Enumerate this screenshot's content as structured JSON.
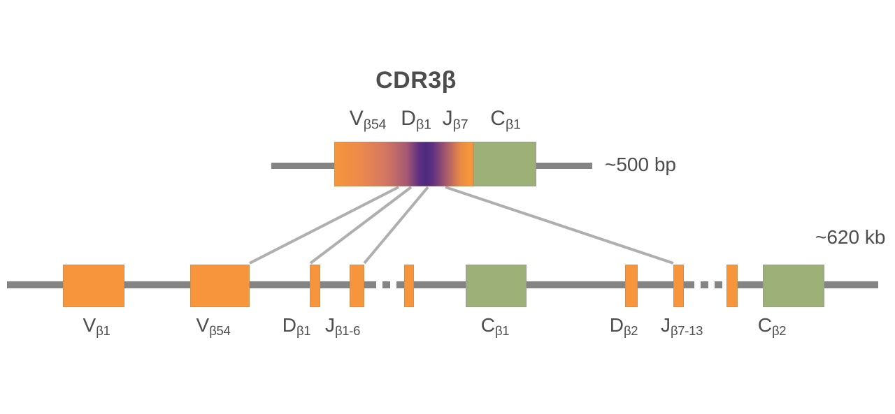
{
  "title": "CDR3β",
  "colors": {
    "orange": "#F6953B",
    "green": "#9DB077",
    "purple": "#4E2A7D",
    "line": "#848484",
    "connector": "#AFAFAF",
    "text": "#4D4D4D"
  },
  "transcript": {
    "scale_label": "~500 bp",
    "labels": [
      {
        "main": "V",
        "sub": "β54"
      },
      {
        "main": "D",
        "sub": "β1"
      },
      {
        "main": "J",
        "sub": "β7"
      },
      {
        "main": "C",
        "sub": "β1"
      }
    ]
  },
  "locus": {
    "scale_label": "~620 kb",
    "labels": [
      {
        "main": "V",
        "sub": "β1"
      },
      {
        "main": "V",
        "sub": "β54"
      },
      {
        "main": "D",
        "sub": "β1"
      },
      {
        "main": "J",
        "sub": "β1-6"
      },
      {
        "main": "C",
        "sub": "β1"
      },
      {
        "main": "D",
        "sub": "β2"
      },
      {
        "main": "J",
        "sub": "β7-13"
      },
      {
        "main": "C",
        "sub": "β2"
      }
    ]
  }
}
